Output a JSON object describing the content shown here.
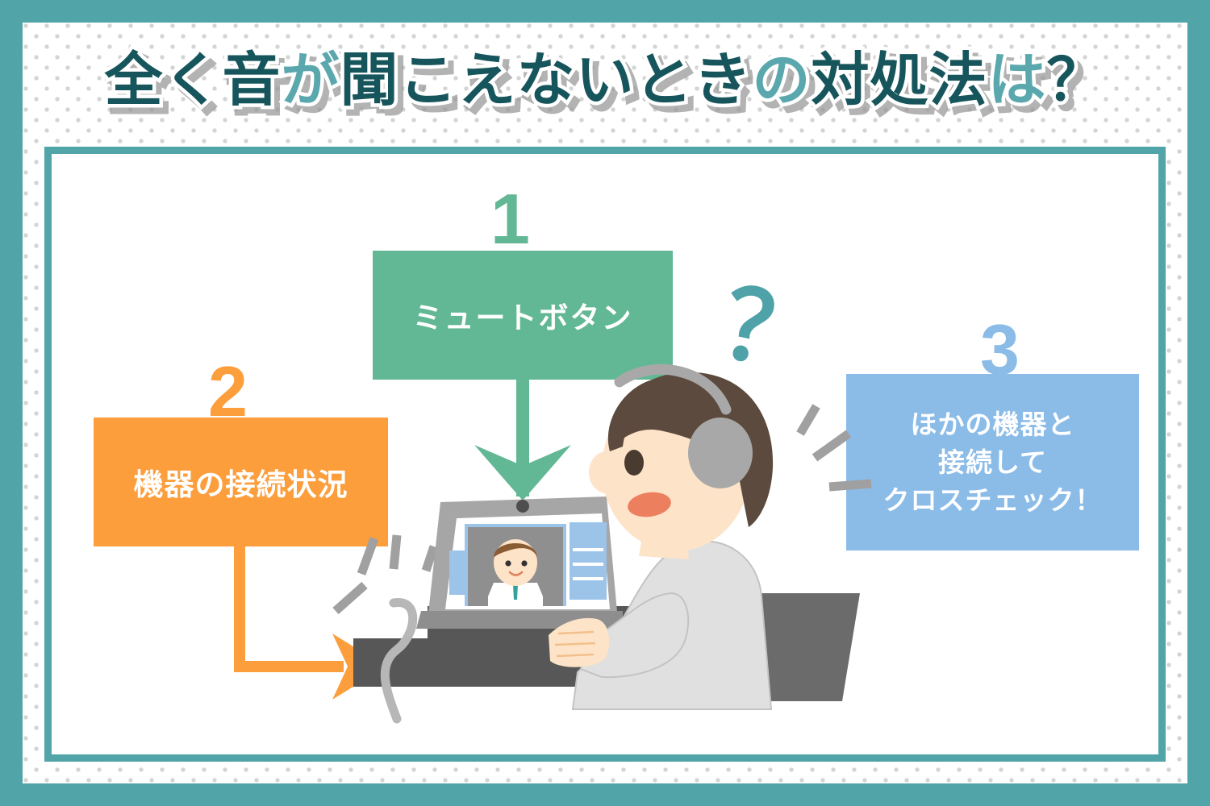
{
  "title": {
    "full": "全く音が聞こえないときの対処法は？",
    "segments": [
      {
        "text": "全く音",
        "tone": "dark"
      },
      {
        "text": "が",
        "tone": "light"
      },
      {
        "text": "聞こえないとき",
        "tone": "dark"
      },
      {
        "text": "の",
        "tone": "light"
      },
      {
        "text": "対処法",
        "tone": "dark"
      },
      {
        "text": "は",
        "tone": "light"
      },
      {
        "text": "？",
        "tone": "dark"
      }
    ]
  },
  "colors": {
    "teal_frame": "#51a5a8",
    "title_dark": "#17555c",
    "title_light": "#5aa8ad",
    "green": "#62b894",
    "orange": "#fc9e3c",
    "blue": "#8bbce8",
    "question_mark": "#4fa3a8",
    "dot_pattern": "#d4d4d4",
    "desk_dark": "#575757",
    "laptop_gray": "#a6a6a6",
    "hair_brown": "#5b4a3d",
    "skin": "#fde3c8",
    "sweater": "#e0e0e0",
    "mouth": "#ec7f5e",
    "tie_teal": "#31a39b",
    "emphasis_gray": "#a0a0a0"
  },
  "steps": [
    {
      "number": "1",
      "label": "ミュートボタン",
      "color": "#62b894",
      "connector": "straight-down-arrow"
    },
    {
      "number": "2",
      "label": "機器の接続状況",
      "color": "#fc9e3c",
      "connector": "elbow-right-arrow"
    },
    {
      "number": "3",
      "label_lines": [
        "ほかの機器と",
        "接続して",
        "クロスチェック！"
      ],
      "color": "#8bbce8",
      "connector": "none"
    }
  ],
  "decoration": {
    "question_mark": "？",
    "emphasis_lines_head": 3,
    "emphasis_lines_device": 4
  },
  "illustration": {
    "scene": "person-with-headphones-at-laptop-video-call",
    "screen_content": "remote-participant-video-call",
    "participant": "man-white-shirt-teal-tie"
  }
}
